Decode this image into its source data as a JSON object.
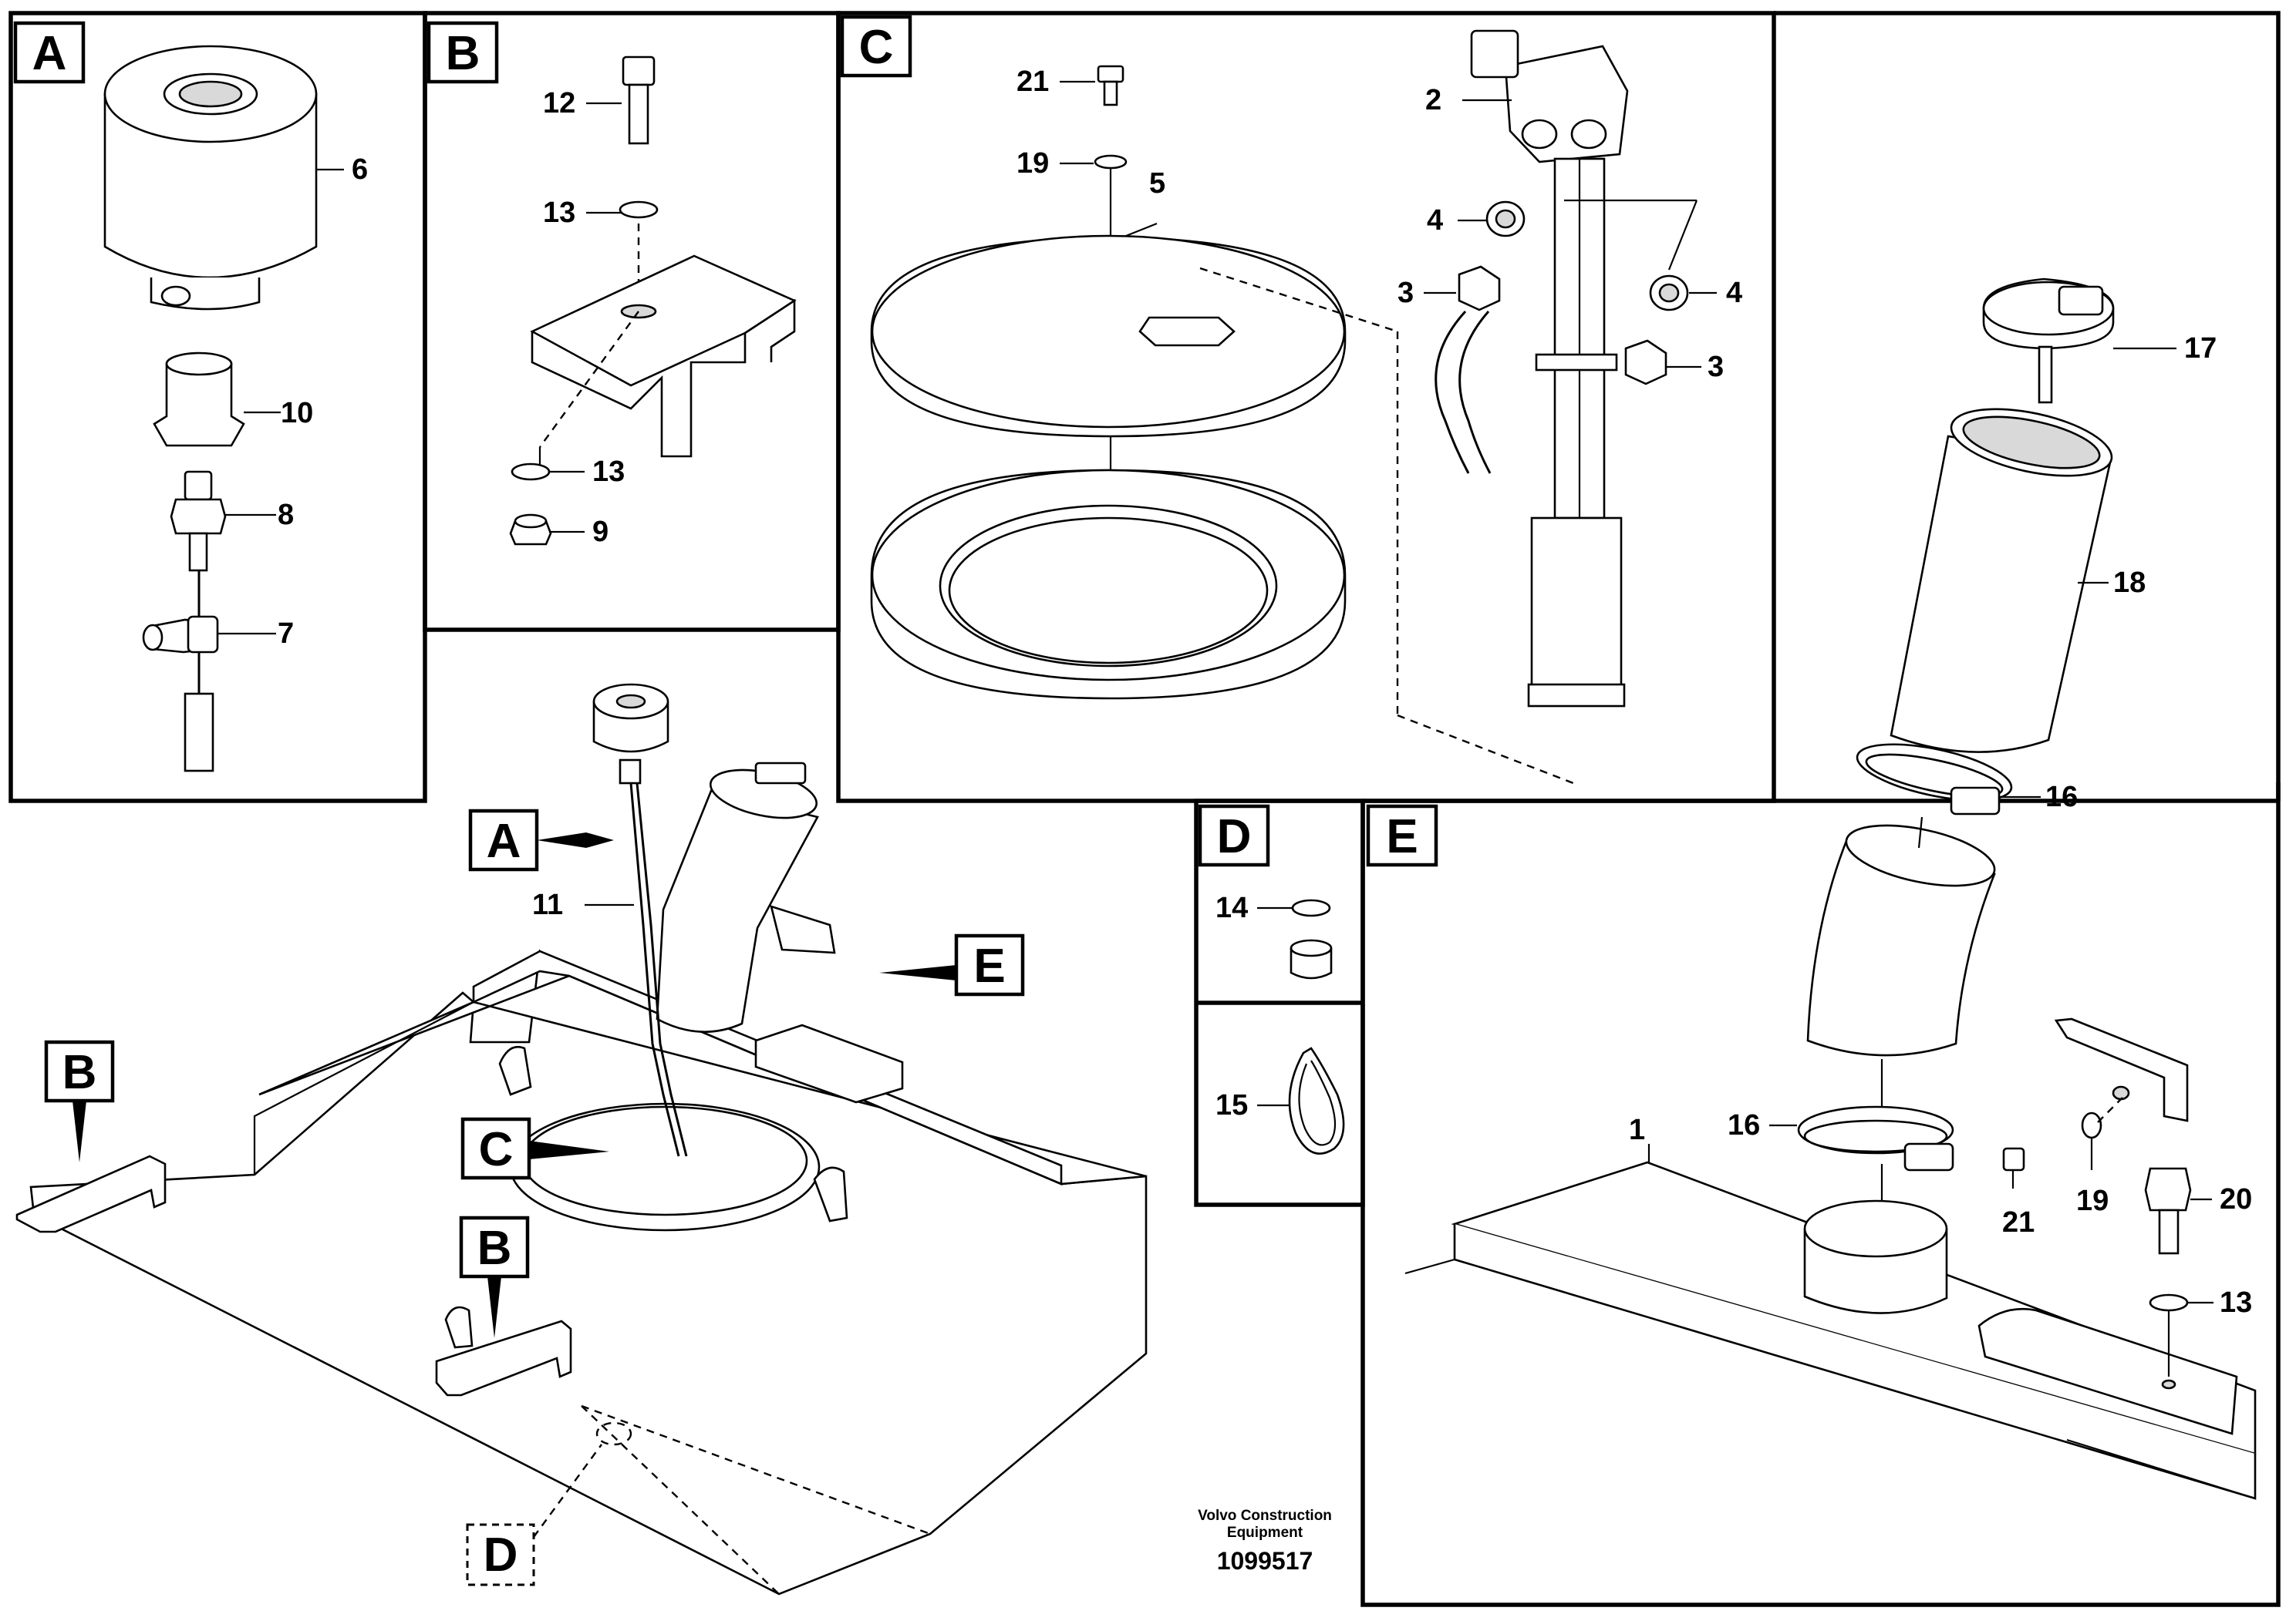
{
  "panels": {
    "a": {
      "letter": "A",
      "parts": [
        "6",
        "10",
        "8",
        "7"
      ]
    },
    "b": {
      "letter": "B",
      "parts": [
        "12",
        "13",
        "13",
        "9"
      ]
    },
    "c": {
      "letter": "C",
      "parts": [
        "21",
        "19",
        "5",
        "2",
        "4",
        "3",
        "4",
        "3"
      ]
    },
    "d": {
      "letter": "D",
      "parts": [
        "14",
        "15"
      ]
    },
    "e": {
      "letter": "E",
      "parts": [
        "17",
        "18",
        "16",
        "16",
        "1",
        "21",
        "19",
        "20",
        "13"
      ]
    }
  },
  "main": {
    "callouts": [
      "A",
      "E",
      "B",
      "C",
      "B",
      "D"
    ],
    "parts": [
      "11"
    ]
  },
  "footer": {
    "company_line1": "Volvo Construction",
    "company_line2": "Equipment",
    "drawing_number": "1099517"
  }
}
